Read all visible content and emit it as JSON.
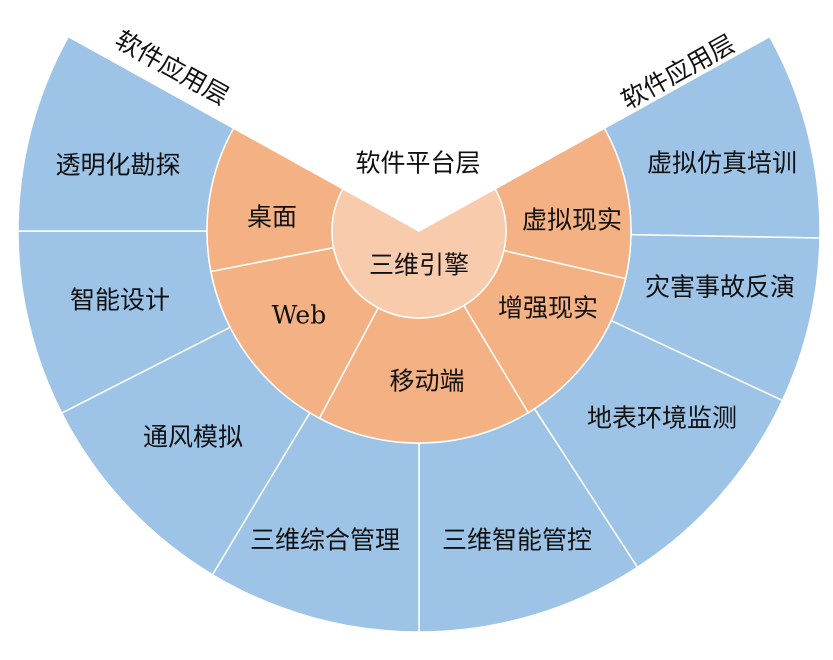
{
  "colors": {
    "application": "#9DC3E6",
    "platform": "#F4B183",
    "core": "#F8CBAD",
    "divider": "#FFFFFF"
  },
  "titles": {
    "application_left": "软件应用层",
    "application_right": "软件应用层",
    "platform": "软件平台层"
  },
  "core": {
    "label": "三维引擎"
  },
  "platform_items": [
    "虚拟现实",
    "增强现实",
    "移动端",
    "Web",
    "桌面"
  ],
  "application_items": [
    "虚拟仿真培训",
    "灾害事故反演",
    "地表环境监测",
    "三维智能管控",
    "三维综合管理",
    "通风模拟",
    "智能设计",
    "透明化勘探"
  ]
}
